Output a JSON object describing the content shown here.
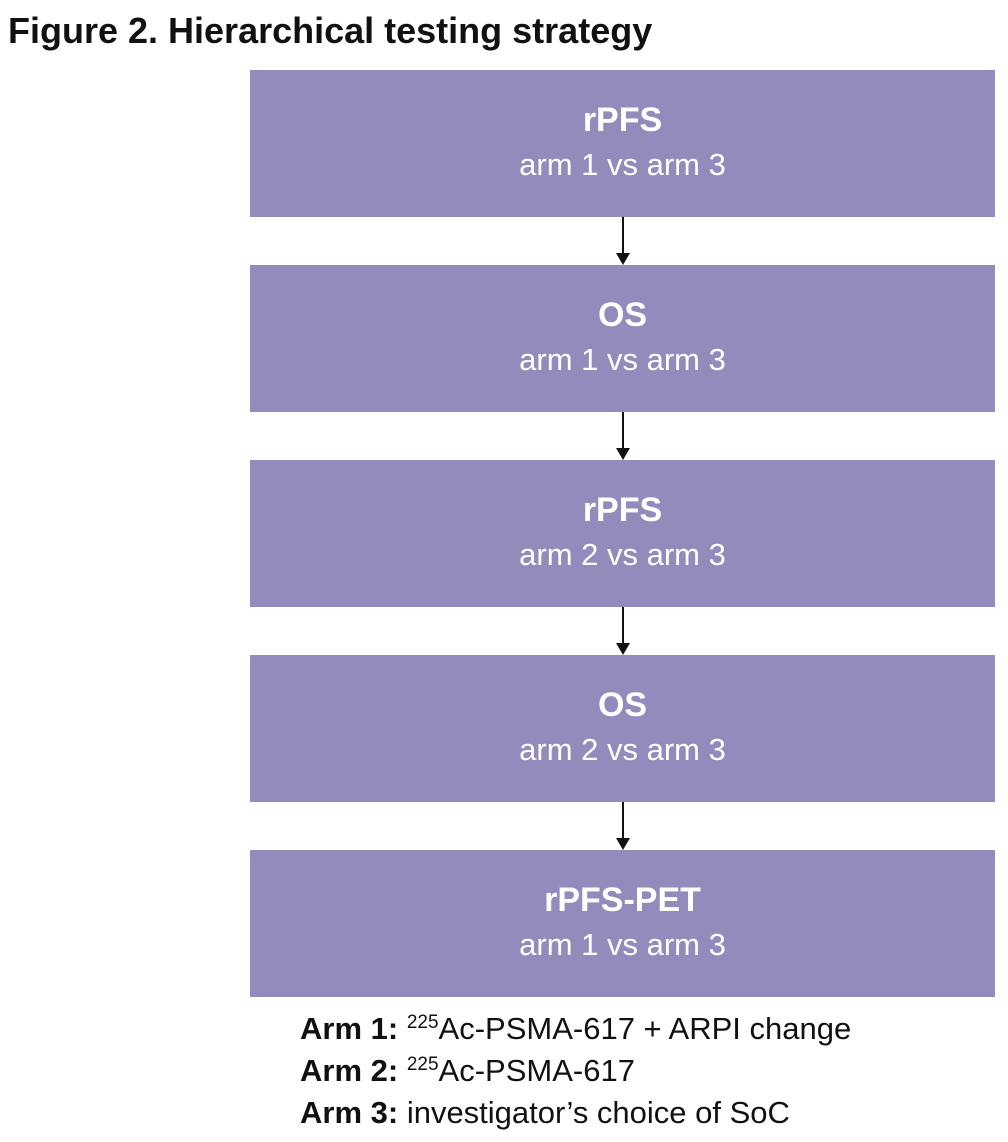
{
  "figure": {
    "title": "Figure 2. Hierarchical testing strategy"
  },
  "steps": [
    {
      "endpoint": "rPFS",
      "comparison": "arm 1 vs arm 3"
    },
    {
      "endpoint": "OS",
      "comparison": "arm 1 vs arm 3"
    },
    {
      "endpoint": "rPFS",
      "comparison": "arm 2 vs arm 3"
    },
    {
      "endpoint": "OS",
      "comparison": "arm 2 vs arm 3"
    },
    {
      "endpoint": "rPFS-PET",
      "comparison": "arm 1 vs arm 3"
    }
  ],
  "legend": [
    {
      "key": "Arm 1:",
      "superscript": "225",
      "text": "Ac-PSMA-617 + ARPI change"
    },
    {
      "key": "Arm 2:",
      "superscript": "225",
      "text": "Ac-PSMA-617"
    },
    {
      "key": "Arm 3:",
      "superscript": "",
      "text": " investigator’s choice of SoC"
    }
  ],
  "colors": {
    "box_fill": "#938bbb",
    "box_text": "#ffffff",
    "text": "#111111"
  }
}
